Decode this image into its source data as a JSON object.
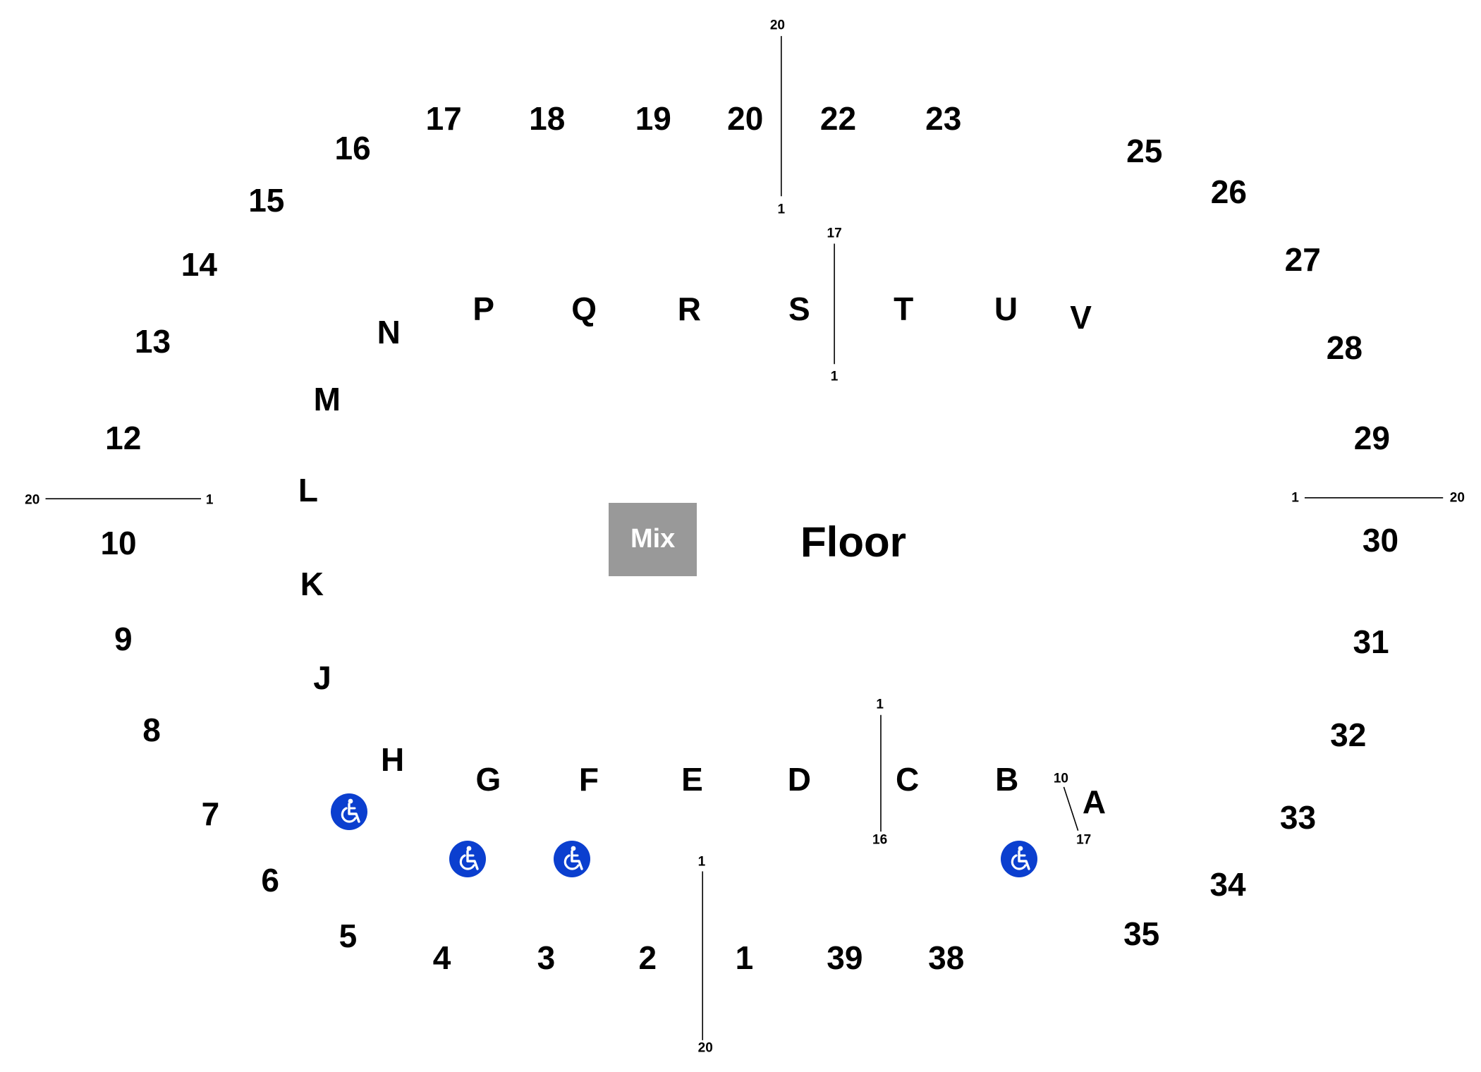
{
  "floor_label": "Floor",
  "mix_label": "Mix",
  "colors": {
    "mix_box": "#999999",
    "ada": "#0b3fcf",
    "text": "#000000"
  },
  "accessible_icon": "wheelchair-icon",
  "upper_sections": [
    "1",
    "2",
    "3",
    "4",
    "5",
    "6",
    "7",
    "8",
    "9",
    "10",
    "12",
    "13",
    "14",
    "15",
    "16",
    "17",
    "18",
    "19",
    "20",
    "22",
    "23",
    "25",
    "26",
    "27",
    "28",
    "29",
    "30",
    "31",
    "32",
    "33",
    "34",
    "35",
    "38",
    "39"
  ],
  "lower_sections": [
    "A",
    "B",
    "C",
    "D",
    "E",
    "F",
    "G",
    "H",
    "J",
    "K",
    "L",
    "M",
    "N",
    "P",
    "Q",
    "R",
    "S",
    "T",
    "U",
    "V"
  ],
  "row_markers": [
    {
      "name": "top-upper",
      "first": "1",
      "last": "20"
    },
    {
      "name": "top-lower",
      "first": "1",
      "last": "17"
    },
    {
      "name": "left",
      "first": "1",
      "last": "20"
    },
    {
      "name": "right",
      "first": "1",
      "last": "20"
    },
    {
      "name": "bottom-lower",
      "first": "1",
      "last": "16"
    },
    {
      "name": "bottom-upper",
      "first": "1",
      "last": "20"
    },
    {
      "name": "section-a",
      "first": "10",
      "last": "17"
    }
  ]
}
